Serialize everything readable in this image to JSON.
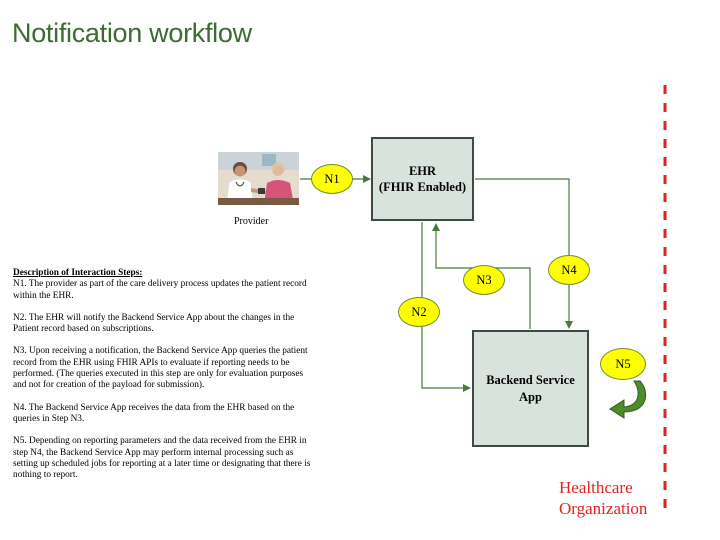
{
  "title": "Notification workflow",
  "provider": {
    "label": "Provider"
  },
  "ehr": {
    "line1": "EHR",
    "line2": "(FHIR Enabled)"
  },
  "backend": {
    "line1": "Backend Service",
    "line2": "App"
  },
  "steps": {
    "n1": "N1",
    "n2": "N2",
    "n3": "N3",
    "n4": "N4",
    "n5": "N5"
  },
  "description": {
    "heading": "Description of Interaction Steps:",
    "p1": "N1. The provider as part of the care delivery process updates the patient record within the EHR.",
    "p2": "N2. The EHR will notify the Backend Service App about the changes in the Patient record based on subscriptions.",
    "p3": "N3.  Upon receiving a notification, the Backend Service App queries the patient record from the EHR using FHIR APIs to evaluate if reporting needs to be performed. (The queries executed in this step are only for evaluation purposes and not for creation of the payload for submission).",
    "p4": "N4. The Backend Service App receives the data from the EHR based on the queries in Step N3.",
    "p5": "N5. Depending on reporting parameters and the data received from the EHR in step N4, the Backend Service App may perform internal processing such as setting up scheduled jobs for reporting at a later time or designating that there is nothing to report."
  },
  "organization": {
    "line1": "Healthcare",
    "line2": "Organization"
  },
  "colors": {
    "title": "#3d6b33",
    "connector": "#4a7a3a",
    "step_oval": "#ffff00",
    "box_fill": "#d9e3dd",
    "boundary": "#e0231f"
  }
}
